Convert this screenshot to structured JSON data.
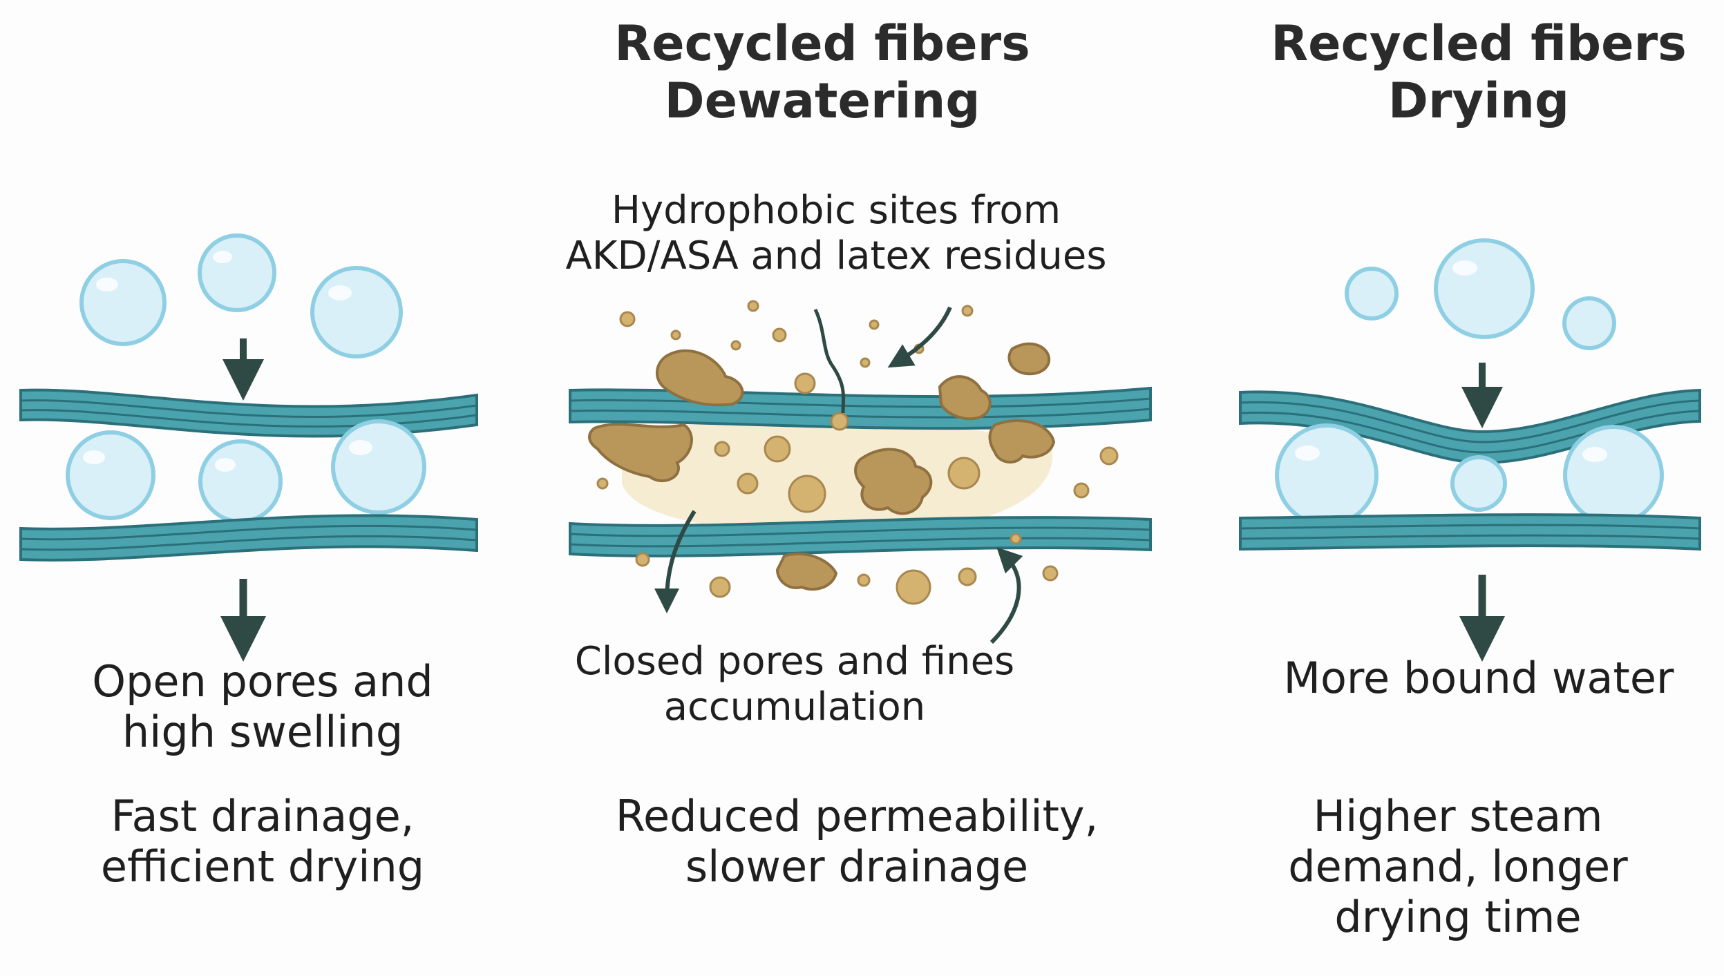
{
  "colors": {
    "fiber": "#4aa3ad",
    "fiber_stroke": "#2b6f7a",
    "bubble_fill": "#d9f0f8",
    "bubble_stroke": "#8fcfe4",
    "arrow": "#2f4a44",
    "residue": "#b9965a",
    "residue_stroke": "#8f7040",
    "fines_haze": "#f5ecd2"
  },
  "panels": [
    {
      "title": "",
      "pore_label": "Open pores and\nhigh swelling",
      "outcome": "Fast drainage,\nefficient drying"
    },
    {
      "title": "Recycled fibers\nDewatering",
      "residue_label": "Hydrophobic sites from\nAKD/ASA and latex residues",
      "pore_label": "Closed pores and fines\naccumulation",
      "outcome": "Reduced permeability,\nslower drainage"
    },
    {
      "title": "Recycled fibers\nDrying",
      "pore_label": "More bound water",
      "outcome": "Higher steam\ndemand, longer\ndrying time"
    }
  ],
  "icons": [
    "water-bubble-icon",
    "down-arrow-icon",
    "fiber-strand-icon",
    "residue-blob-icon",
    "curved-arrow-icon"
  ]
}
